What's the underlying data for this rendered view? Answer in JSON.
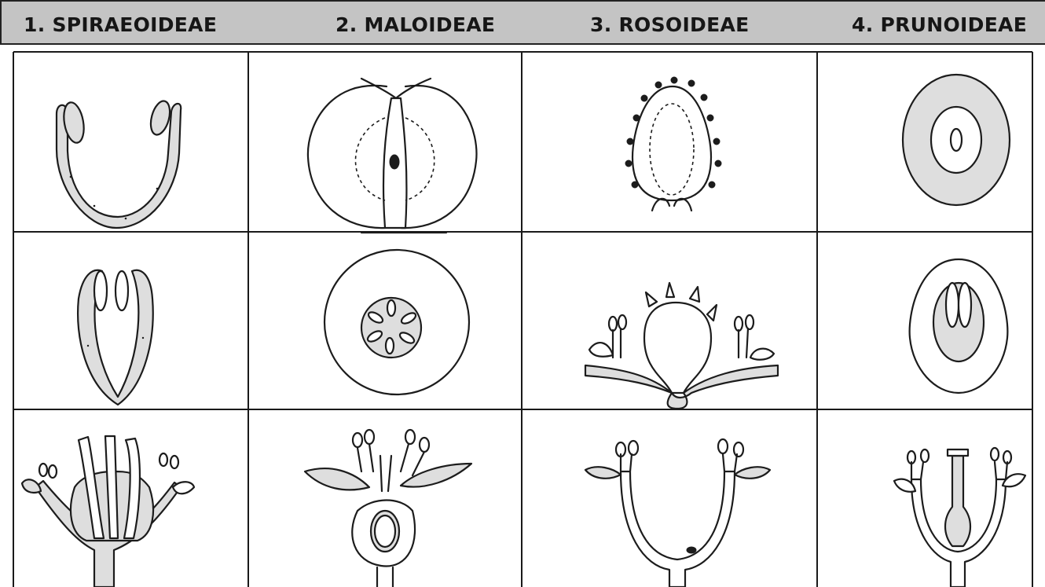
{
  "columns": [
    {
      "label": "1. SPIRAEOIDEAE"
    },
    {
      "label": "2. MALOIDEAE"
    },
    {
      "label": "3. ROSOIDEAE"
    },
    {
      "label": "4. PRUNOIDEAE"
    }
  ],
  "colors": {
    "header_bg": "#c4c4c4",
    "ink": "#1c1c1c",
    "fill": "#dedede"
  }
}
